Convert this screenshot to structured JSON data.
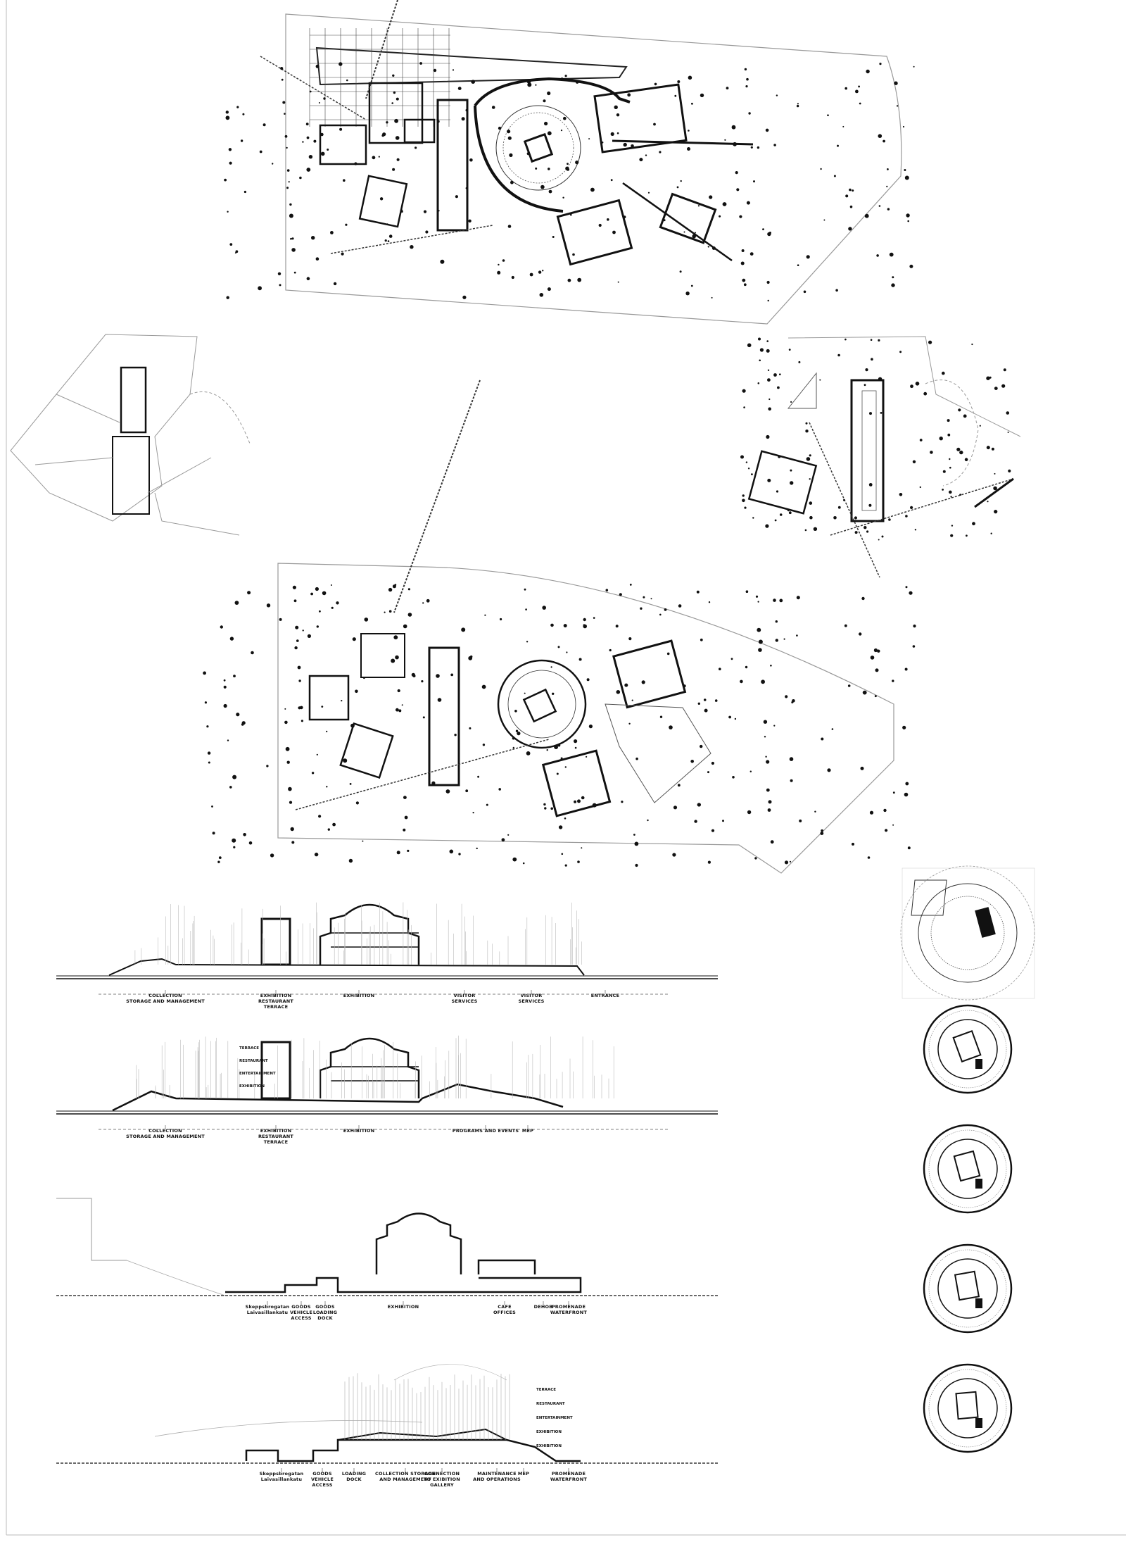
{
  "sections": [
    {
      "labels": [
        [
          "COLLECTION",
          "STORAGE AND MANAGEMENT"
        ],
        [
          "EXHIBITION",
          "RESTAURANT",
          "TERRACE"
        ],
        [
          "EXHIBITION"
        ],
        [
          "VISITOR",
          "SERVICES"
        ],
        [
          "VISITOR",
          "SERVICES"
        ],
        [
          "ENTRANCE"
        ]
      ]
    },
    {
      "labels": [
        [
          "COLLECTION",
          "STORAGE AND MANAGEMENT"
        ],
        [
          "EXHIBITION",
          "RESTAURANT",
          "TERRACE"
        ],
        [
          "EXHIBITION"
        ],
        [
          "PROGRAMS AND EVENTS"
        ],
        [
          "MEP"
        ]
      ],
      "tower_tags": [
        "TERRACE",
        "RESTAURANT",
        "ENTERTAINMENT",
        "EXHIBITION"
      ]
    },
    {
      "labels": [
        [
          "Skeppsbrogatan",
          "Laivasillankatu"
        ],
        [
          "GOODS",
          "VEHICLE",
          "ACCESS"
        ],
        [
          "GOODS",
          "LOADING",
          "DOCK"
        ],
        [
          "EXHIBITION"
        ],
        [
          "CAFE",
          "OFFICES"
        ],
        [
          "DEHOB"
        ],
        [
          "PROMENADE",
          "WATERFRONT"
        ]
      ]
    },
    {
      "labels": [
        [
          "Skeppsbrogatan",
          "Laivasillankatu"
        ],
        [
          "GOODS",
          "VEHICLE",
          "ACCESS"
        ],
        [
          "LOADING",
          "DOCK"
        ],
        [
          "COLLECTION STORAGE",
          "AND MANAGEMENT"
        ],
        [
          "CONNECTION",
          "TO EXIBITION",
          "GALLERY"
        ],
        [
          "MAINTENANCE",
          "AND OPERATIONS"
        ],
        [
          "MEP"
        ],
        [
          "PROMENADE",
          "WATERFRONT"
        ]
      ],
      "tower_tags": [
        "TERRACE",
        "RESTAURANT",
        "ENTERTAINMENT",
        "EXHIBITION",
        "EXHIBITION"
      ]
    }
  ]
}
